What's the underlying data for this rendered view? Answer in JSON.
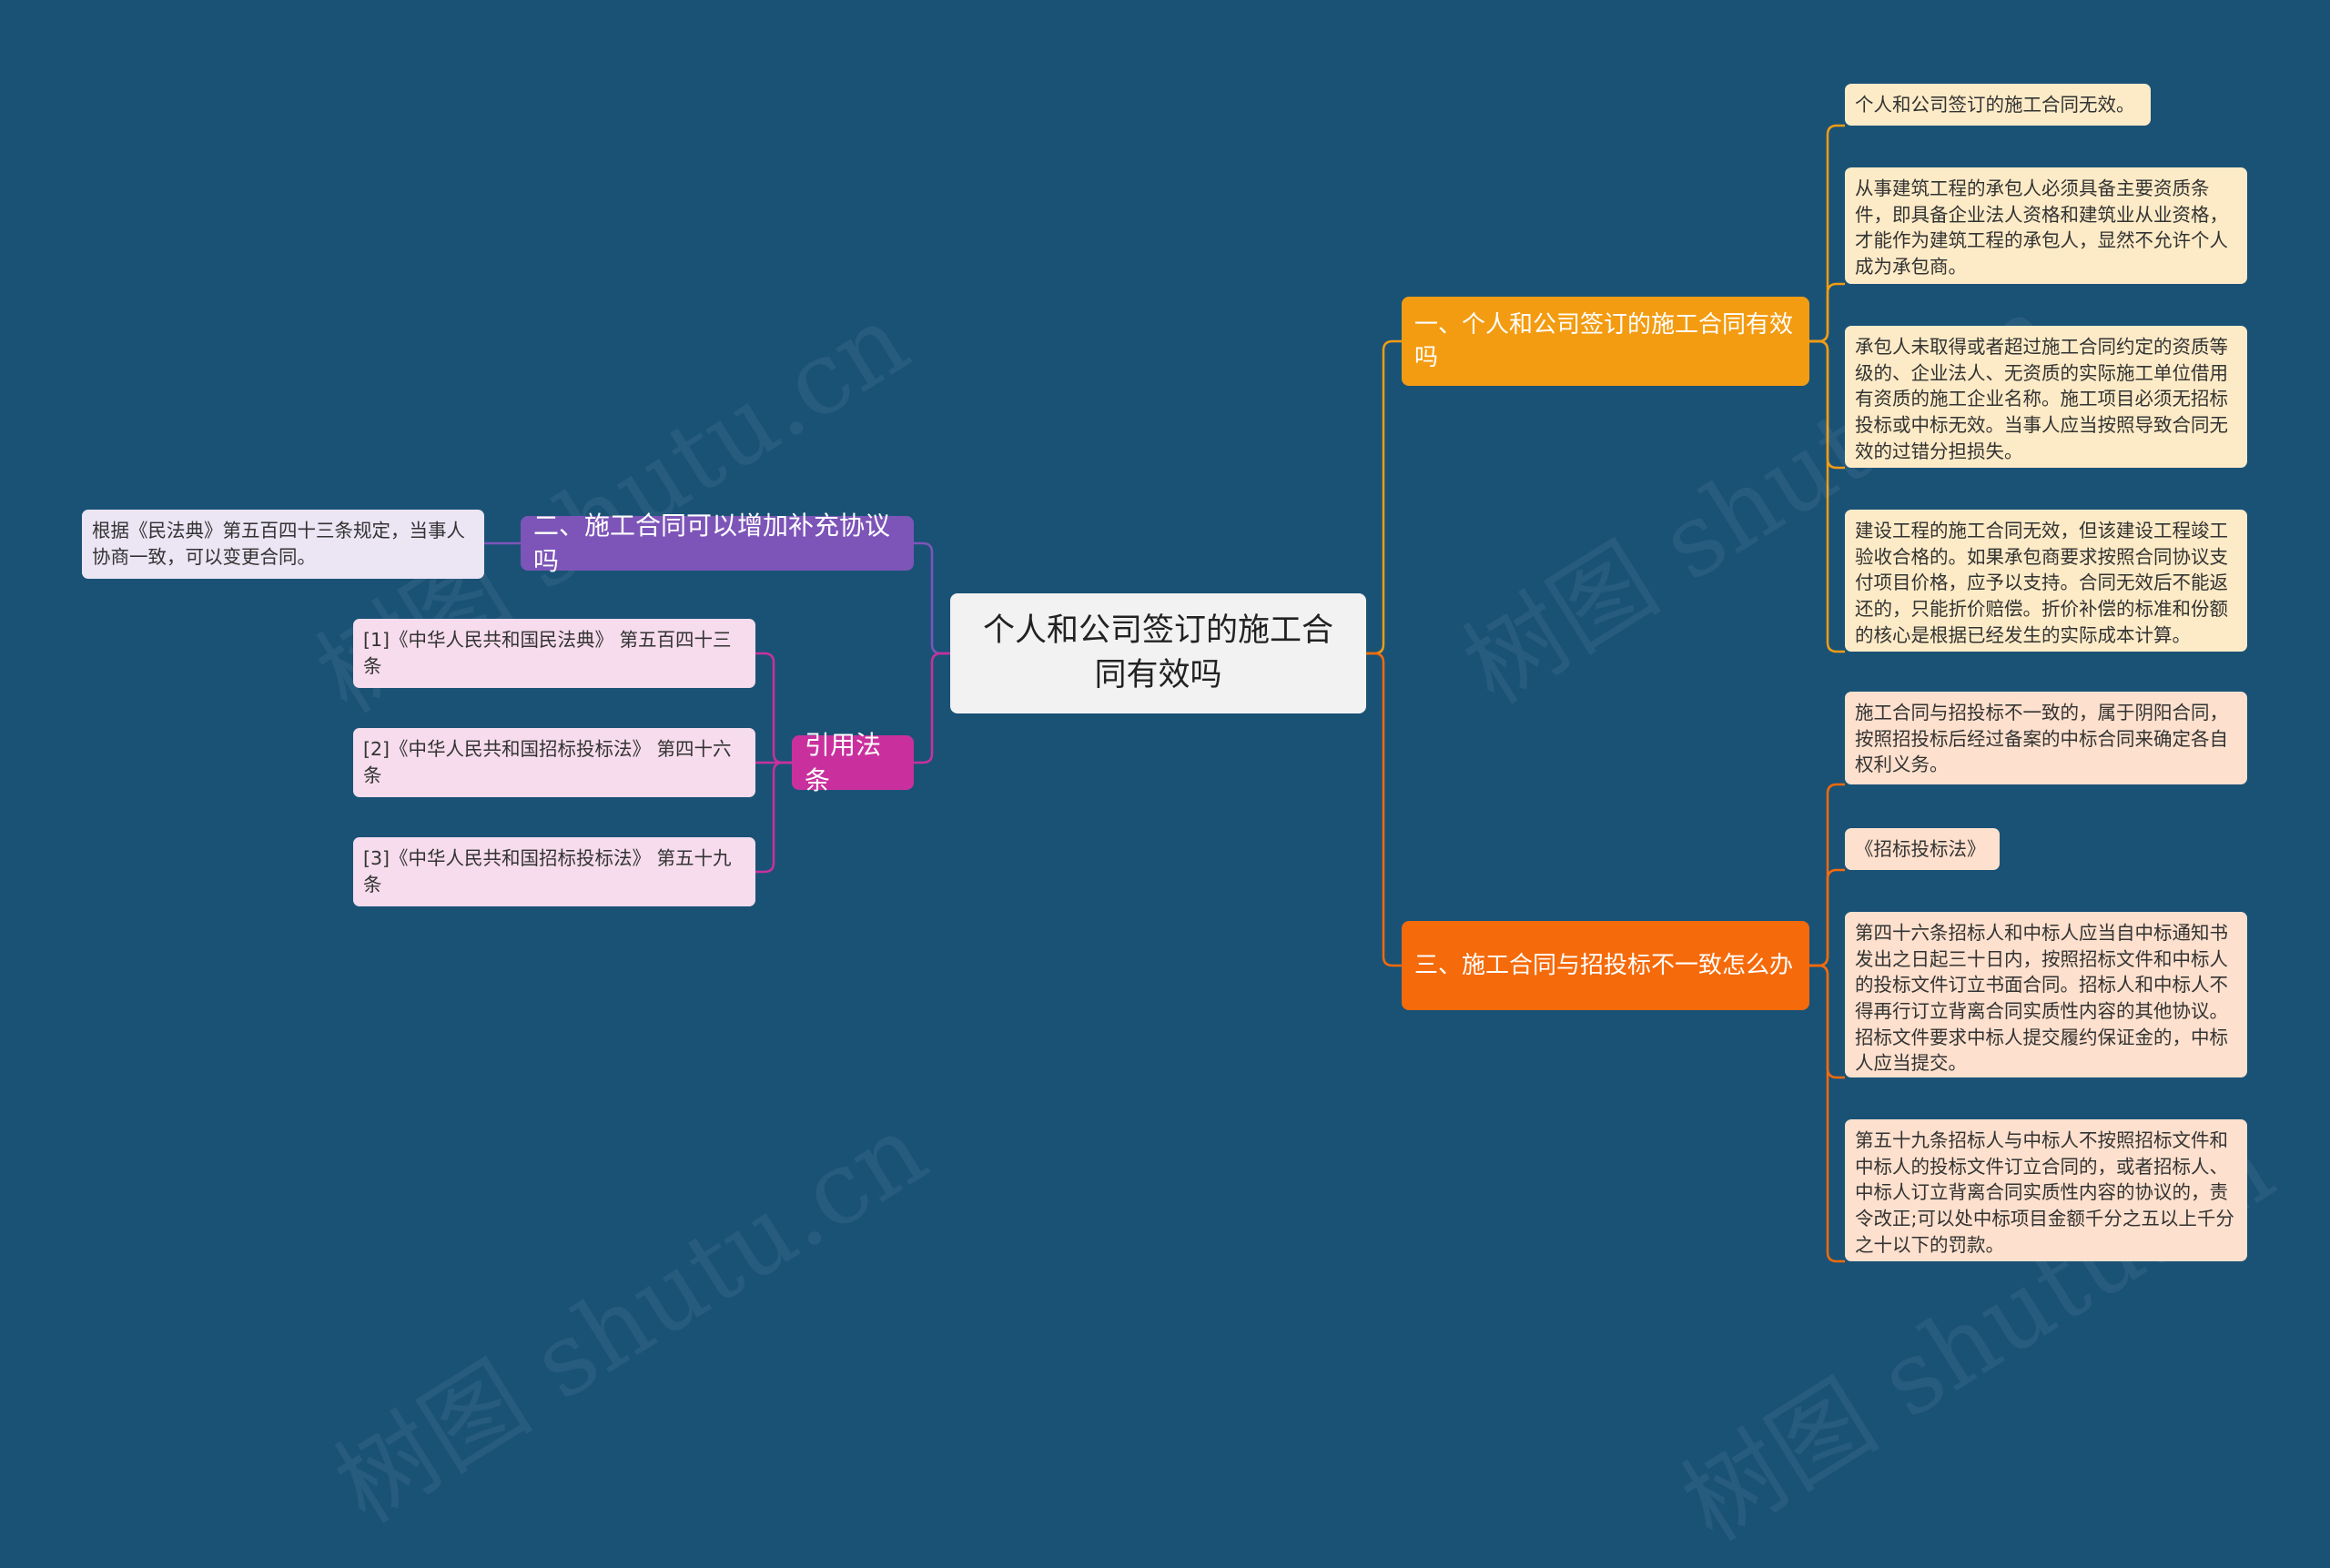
{
  "root": {
    "text": "个人和公司签订的施工合同有效吗"
  },
  "branches": {
    "b1": {
      "title": "一、个人和公司签订的施工合同有效吗",
      "color": "#f39c12"
    },
    "b3": {
      "title": "三、施工合同与招投标不一致怎么办",
      "color": "#f56a0a"
    },
    "b2": {
      "title": "二、施工合同可以增加补充协议吗",
      "color": "#7d55b8"
    },
    "ref": {
      "title": "引用法条",
      "color": "#c9309e"
    }
  },
  "leaves": {
    "b1": [
      "个人和公司签订的施工合同无效。",
      "从事建筑工程的承包人必须具备主要资质条件，即具备企业法人资格和建筑业从业资格，才能作为建筑工程的承包人，显然不允许个人成为承包商。",
      "承包人未取得或者超过施工合同约定的资质等级的、企业法人、无资质的实际施工单位借用有资质的施工企业名称。施工项目必须无招标投标或中标无效。当事人应当按照导致合同无效的过错分担损失。",
      "建设工程的施工合同无效，但该建设工程竣工验收合格的。如果承包商要求按照合同协议支付项目价格，应予以支持。合同无效后不能返还的，只能折价赔偿。折价补偿的标准和份额的核心是根据已经发生的实际成本计算。"
    ],
    "b3": [
      "施工合同与招投标不一致的，属于阴阳合同，按照招投标后经过备案的中标合同来确定各自权利义务。",
      "《招标投标法》",
      "第四十六条招标人和中标人应当自中标通知书发出之日起三十日内，按照招标文件和中标人的投标文件订立书面合同。招标人和中标人不得再行订立背离合同实质性内容的其他协议。招标文件要求中标人提交履约保证金的，中标人应当提交。",
      "第五十九条招标人与中标人不按照招标文件和中标人的投标文件订立合同的，或者招标人、中标人订立背离合同实质性内容的协议的，责令改正;可以处中标项目金额千分之五以上千分之十以下的罚款。"
    ],
    "b2": [
      "根据《民法典》第五百四十三条规定，当事人协商一致，可以变更合同。"
    ],
    "ref": [
      "[1]《中华人民共和国民法典》 第五百四十三条",
      "[2]《中华人民共和国招标投标法》 第四十六条",
      "[3]《中华人民共和国招标投标法》 第五十九条"
    ]
  },
  "watermark": "树图 shutu.cn"
}
